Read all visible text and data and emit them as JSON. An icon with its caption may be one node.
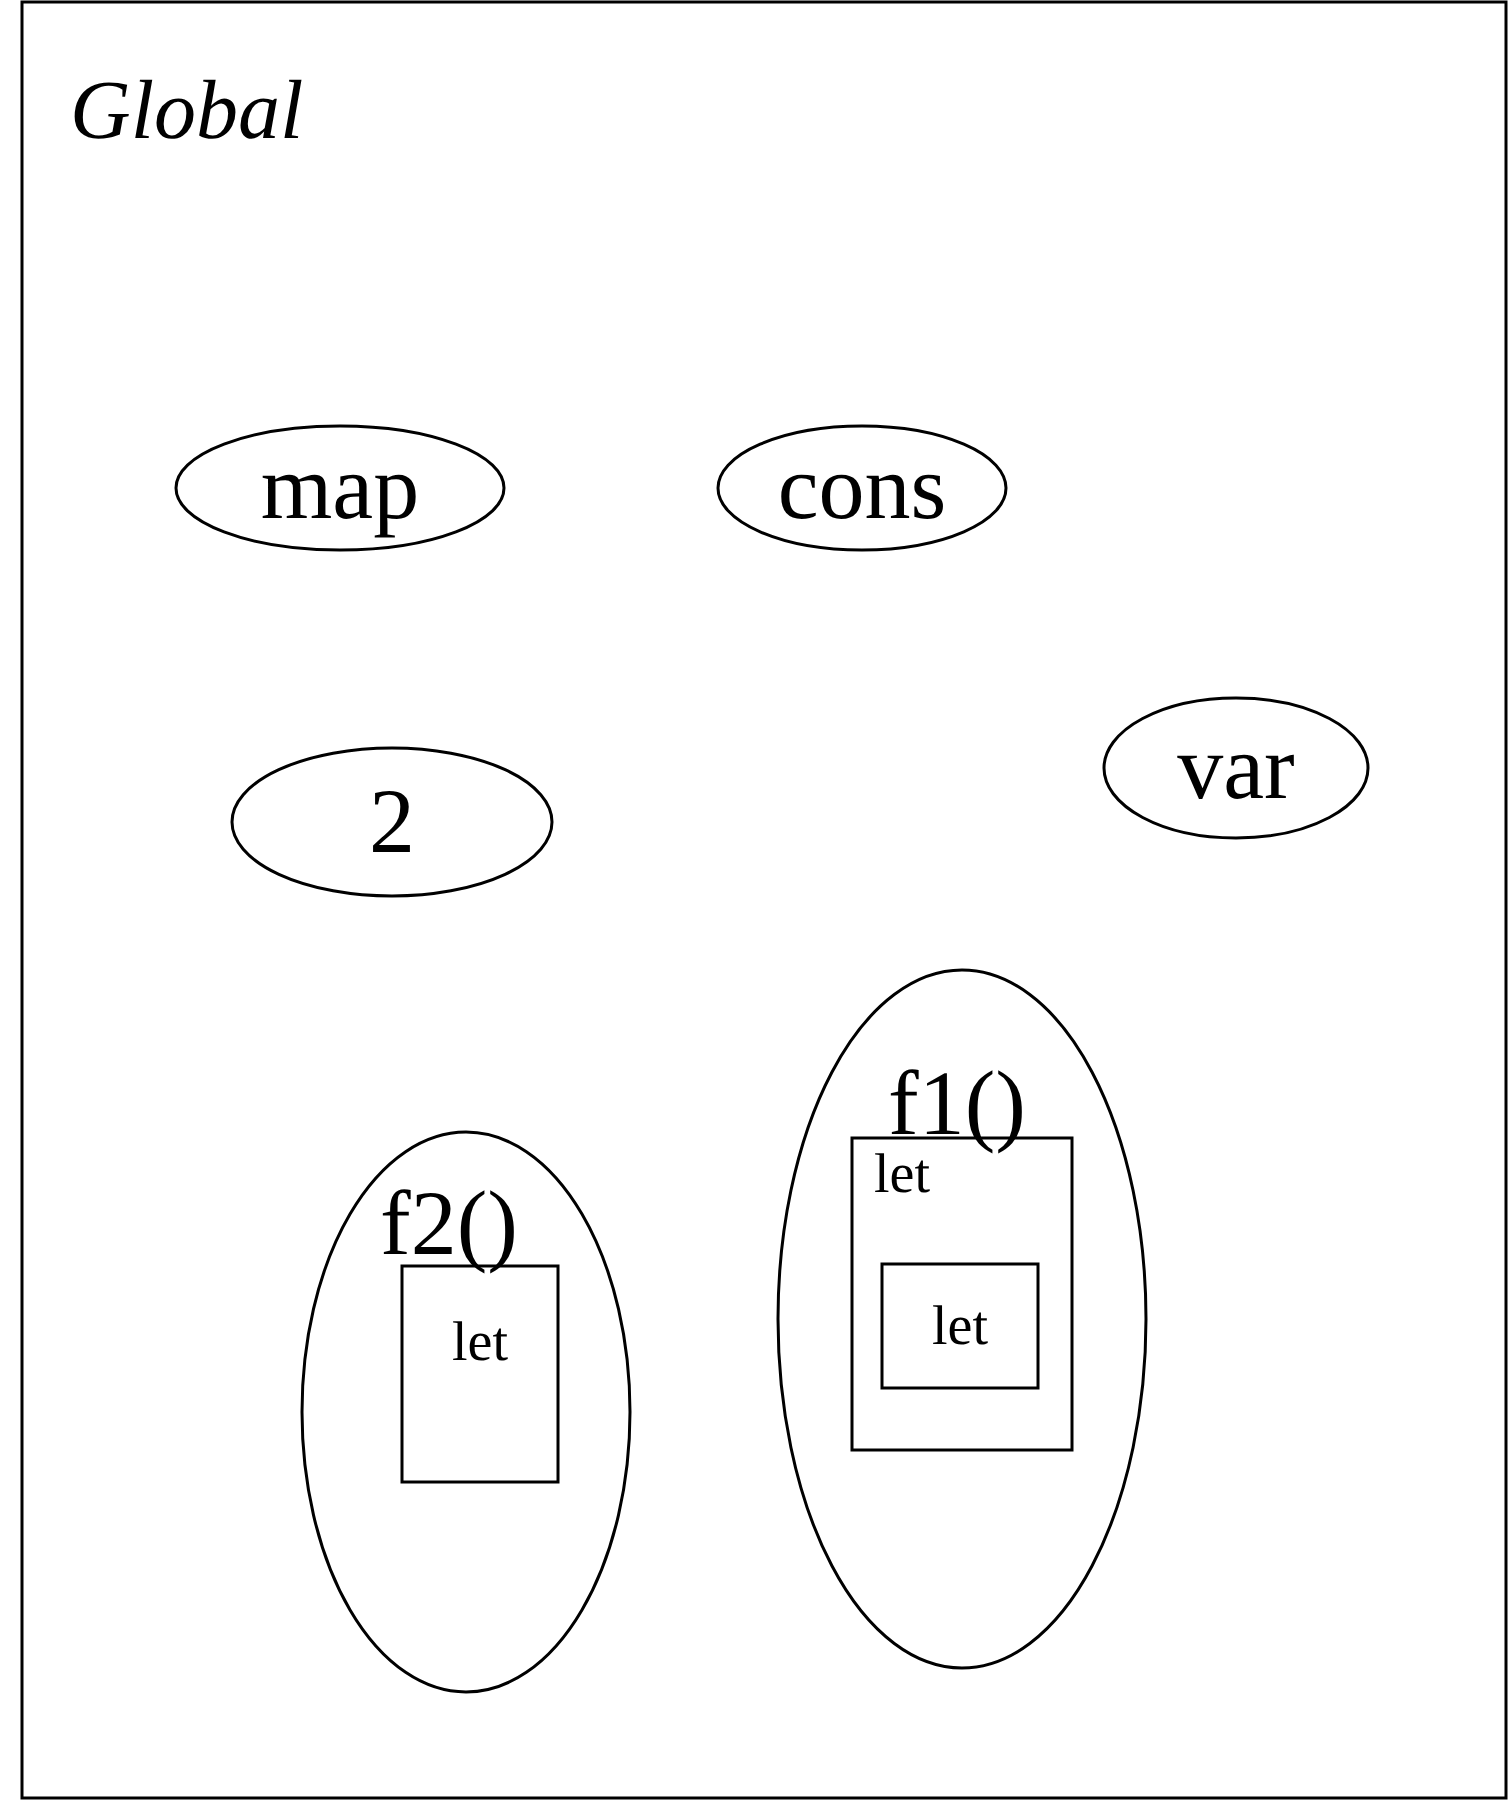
{
  "diagram": {
    "nodes": [
      {
        "text": [
          "Global"
        ]
      },
      {
        "text": [
          "map"
        ],
        "in": 0
      },
      {
        "text": [
          "cons"
        ],
        "in": 0
      },
      {
        "text": [
          "2"
        ],
        "in": 0
      },
      {
        "text": [
          "var"
        ],
        "in": 0
      },
      {
        "text": [
          "f2()"
        ],
        "in": 0
      },
      {
        "text": [
          "let"
        ],
        "in": 5
      },
      {
        "text": [
          "f1()"
        ],
        "in": 0
      },
      {
        "text": [
          "let"
        ],
        "in": 7
      },
      {
        "text": [
          "let"
        ],
        "in": 8
      }
    ]
  }
}
